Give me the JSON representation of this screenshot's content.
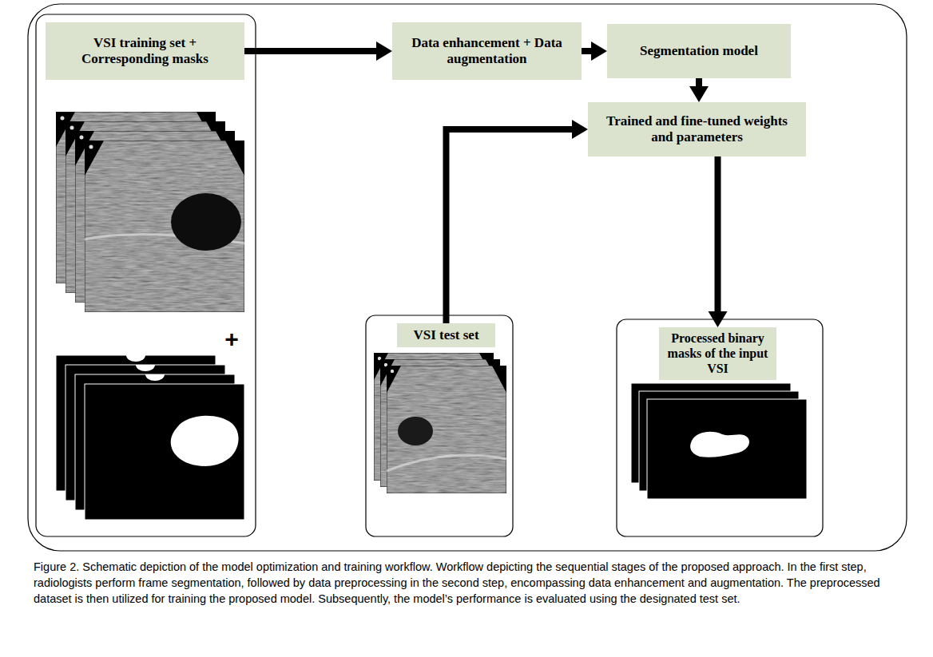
{
  "diagram": {
    "caption": "Figure 2. Schematic depiction of the model optimization and training workflow. Workflow depicting the sequential stages of the proposed approach. In the first step, radiologists perform frame segmentation, followed by data preprocessing in the second step, encompassing data enhancement and augmentation. The preprocessed dataset is then utilized for training the proposed model. Subsequently, the model’s performance is evaluated using the designated test set.",
    "nodes": [
      {
        "text": [
          "VSI training set + Corresponding masks"
        ]
      },
      {
        "text": [
          "Data enhancement + Data augmentation"
        ]
      },
      {
        "text": [
          "Segmentation model"
        ]
      },
      {
        "text": [
          "Trained and fine-tuned weights and parameters"
        ]
      },
      {
        "text": [
          "VSI test set"
        ]
      },
      {
        "text": [
          "Processed binary masks of the input VSI"
        ]
      }
    ],
    "edges": [
      {
        "from": 0,
        "to": 1,
        "arrow": "to"
      },
      {
        "from": 1,
        "to": 2,
        "arrow": "to"
      },
      {
        "from": 2,
        "to": 3,
        "arrow": "to"
      },
      {
        "from": 4,
        "to": 3,
        "arrow": "to"
      },
      {
        "from": 3,
        "to": 5,
        "arrow": "to"
      }
    ],
    "labels": [
      "+"
    ]
  }
}
